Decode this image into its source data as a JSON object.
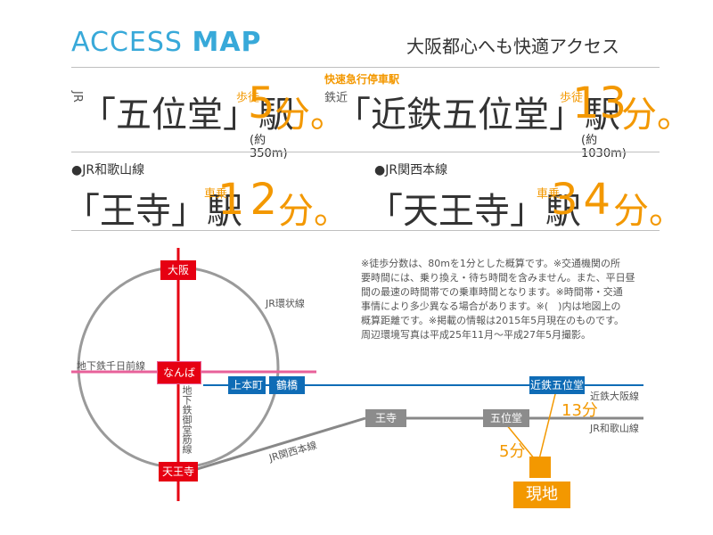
{
  "header": {
    "title_light": "ACCESS ",
    "title_bold": "MAP",
    "subtitle": "大阪都心へも快適アクセス"
  },
  "access": [
    {
      "line_mark": "JR",
      "station": "「五位堂」駅",
      "mode": "徒歩",
      "minutes": "5",
      "unit": "分。",
      "distance": "(約350m)"
    },
    {
      "express_label": "快速急行停車駅",
      "line_mark": "近鉄",
      "station": "「近鉄五位堂」駅",
      "mode": "徒歩",
      "minutes": "13",
      "unit": "分。",
      "distance": "(約1030m)"
    },
    {
      "line_name": "●JR和歌山線",
      "station": "「王寺」駅",
      "mode": "乗車",
      "minutes": "12",
      "unit": "分。"
    },
    {
      "line_name": "●JR関西本線",
      "station": "「天王寺」駅",
      "mode": "乗車",
      "minutes": "34",
      "unit": "分。"
    }
  ],
  "notes": [
    "※徒歩分数は、80mを1分とした概算です。※交通機関の所",
    "要時間には、乗り換え・待ち時間を含みません。また、平日昼",
    "間の最速の時間帯での乗車時間となります。※時間帯・交通",
    "事情により多少異なる場合があります。※(　)内は地図上の",
    "概算距離です。※掲載の情報は2015年5月現在のものです。",
    "周辺環境写真は平成25年11月～平成27年5月撮影。"
  ],
  "map": {
    "stations": {
      "osaka": "大阪",
      "namba": "なんば",
      "tennoji": "天王寺",
      "uehonmachi": "上本町",
      "tsuruhashi": "鶴橋",
      "kintetsu_goido": "近鉄五位堂",
      "oji": "王寺",
      "goido": "五位堂",
      "site": "現地"
    },
    "lines": {
      "loop": "JR環状線",
      "sennichimae": "地下鉄千日前線",
      "midosuji": "地下鉄御堂筋線",
      "kansai": "JR関西本線",
      "kintetsu_osaka": "近鉄大阪線",
      "wakayama": "JR和歌山線"
    },
    "walk_13": "13分",
    "walk_5": "5分"
  },
  "colors": {
    "accent_blue": "#38a9d9",
    "orange": "#f39800",
    "red_line": "#e60012",
    "pink_line": "#e8619a",
    "kintetsu_blue": "#0f6cb6",
    "gray_line": "#888888"
  }
}
